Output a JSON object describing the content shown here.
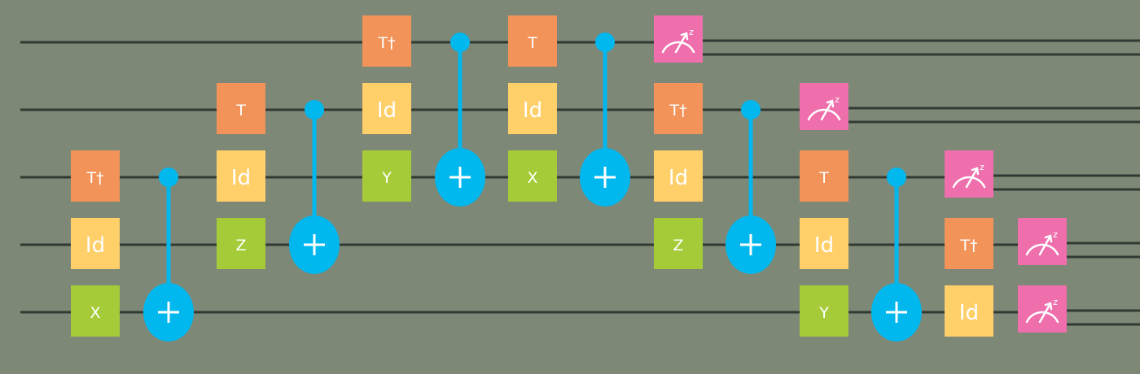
{
  "diagram": {
    "background": "#7d8876",
    "colors": {
      "wire": "#333a33",
      "T": "#f2935a",
      "Tdg": "#f2935a",
      "Id": "#ffcf6a",
      "X": "#a5cc38",
      "Y": "#a5cc38",
      "Z": "#a5cc38",
      "measure": "#ef6fad",
      "cnot": "#00b7ee",
      "label": "#ffffff"
    },
    "qubits": [
      0,
      1,
      2,
      3,
      4
    ],
    "gates": [
      {
        "type": "Tdg",
        "label": "T†",
        "qubit": 2,
        "step": 0
      },
      {
        "type": "Id",
        "label": "Id",
        "qubit": 3,
        "step": 0
      },
      {
        "type": "X",
        "label": "X",
        "qubit": 4,
        "step": 0
      },
      {
        "type": "CNOT",
        "control": 2,
        "target": 4,
        "step": 1
      },
      {
        "type": "T",
        "label": "T",
        "qubit": 1,
        "step": 2
      },
      {
        "type": "Id",
        "label": "Id",
        "qubit": 2,
        "step": 2
      },
      {
        "type": "Z",
        "label": "Z",
        "qubit": 3,
        "step": 2
      },
      {
        "type": "CNOT",
        "control": 1,
        "target": 3,
        "step": 3
      },
      {
        "type": "Tdg",
        "label": "T†",
        "qubit": 0,
        "step": 4
      },
      {
        "type": "Id",
        "label": "Id",
        "qubit": 1,
        "step": 4
      },
      {
        "type": "Y",
        "label": "Y",
        "qubit": 2,
        "step": 4
      },
      {
        "type": "CNOT",
        "control": 0,
        "target": 2,
        "step": 5
      },
      {
        "type": "T",
        "label": "T",
        "qubit": 0,
        "step": 6
      },
      {
        "type": "Id",
        "label": "Id",
        "qubit": 1,
        "step": 6
      },
      {
        "type": "X",
        "label": "X",
        "qubit": 2,
        "step": 6
      },
      {
        "type": "CNOT",
        "control": 0,
        "target": 2,
        "step": 7
      },
      {
        "type": "measure",
        "qubit": 0,
        "step": 8
      },
      {
        "type": "Tdg",
        "label": "T†",
        "qubit": 1,
        "step": 8
      },
      {
        "type": "Id",
        "label": "Id",
        "qubit": 2,
        "step": 8
      },
      {
        "type": "Z",
        "label": "Z",
        "qubit": 3,
        "step": 8
      },
      {
        "type": "CNOT",
        "control": 1,
        "target": 3,
        "step": 9
      },
      {
        "type": "measure",
        "qubit": 1,
        "step": 10
      },
      {
        "type": "T",
        "label": "T",
        "qubit": 2,
        "step": 10
      },
      {
        "type": "Id",
        "label": "Id",
        "qubit": 3,
        "step": 10
      },
      {
        "type": "Y",
        "label": "Y",
        "qubit": 4,
        "step": 10
      },
      {
        "type": "CNOT",
        "control": 2,
        "target": 4,
        "step": 11
      },
      {
        "type": "measure",
        "qubit": 2,
        "step": 12
      },
      {
        "type": "Tdg",
        "label": "T†",
        "qubit": 3,
        "step": 12
      },
      {
        "type": "Id",
        "label": "Id",
        "qubit": 4,
        "step": 12
      },
      {
        "type": "measure",
        "qubit": 3,
        "step": 13
      },
      {
        "type": "measure",
        "qubit": 4,
        "step": 13
      }
    ],
    "measure_label": "z"
  }
}
